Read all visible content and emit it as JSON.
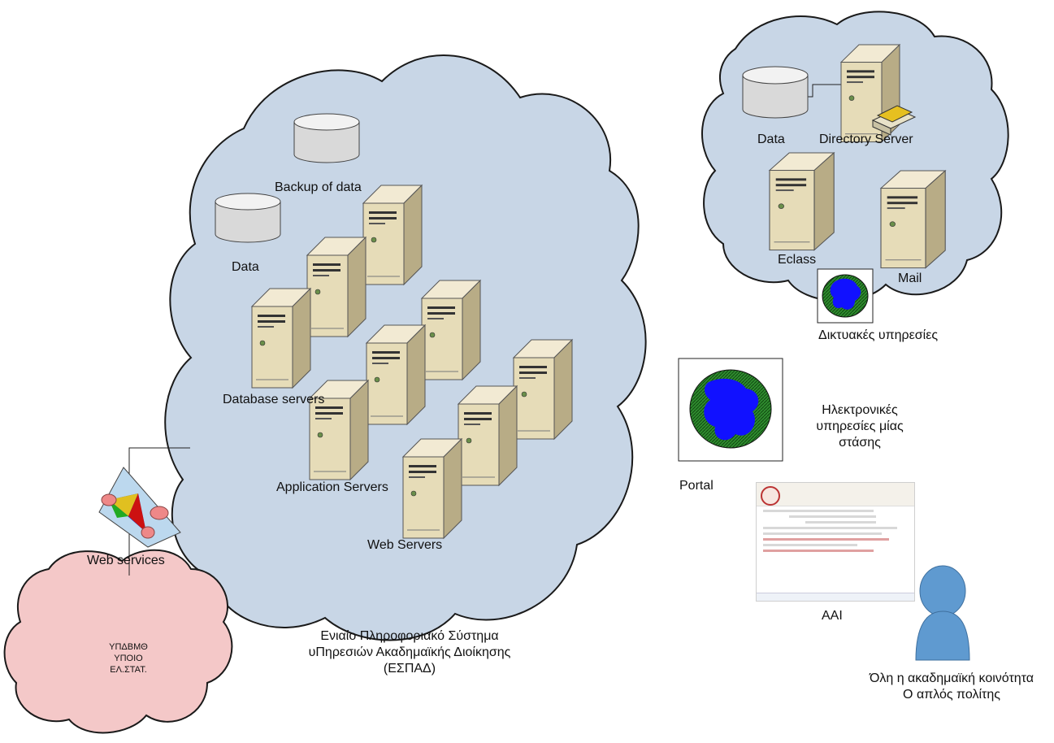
{
  "main_cloud": {
    "labels": {
      "backup": "Backup of data",
      "data": "Data",
      "database_servers": "Database servers",
      "application_servers": "Application Servers",
      "web_servers": "Web Servers"
    },
    "caption_lines": [
      "Ενιαίο Πληροφοριακό Σύστημα",
      "υΠηρεσιών Ακαδημαϊκής Διοίκησης",
      "(ΕΣΠΑΔ)"
    ],
    "fill_color": "#c8d6e6"
  },
  "network_cloud": {
    "labels": {
      "data": "Data",
      "directory_server": "Directory Server",
      "eclass": "Eclass",
      "mail": "Mail"
    },
    "caption": "Δικτυακές υπηρεσίες"
  },
  "portal": {
    "label": "Portal",
    "description_lines": [
      "Ηλεκτρονικές",
      "υπηρεσίες μίας",
      "στάσης"
    ]
  },
  "aai": {
    "label": "AAI"
  },
  "web_services": {
    "label": "Web services"
  },
  "external_cloud": {
    "lines": [
      "ΥΠΔΒΜΘ",
      "ΥΠΟΙΟ",
      "ΕΛ.ΣΤΑΤ."
    ],
    "fill_color": "#f4c8c8"
  },
  "users": {
    "lines": [
      "Όλη η ακαδημαϊκή κοινότητα",
      "Ο απλός πολίτης"
    ],
    "icon_color": "#5f9ad0"
  },
  "icons": {
    "database": "database-cylinder-icon",
    "server": "server-tower-icon",
    "globe": "globe-icon",
    "web_service": "web-service-icon",
    "user": "user-icon"
  }
}
